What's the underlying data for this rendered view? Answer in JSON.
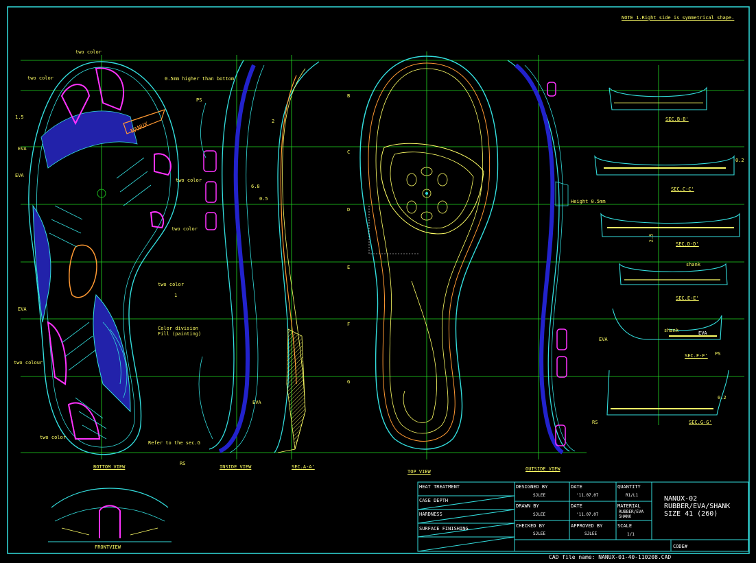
{
  "note": "NOTE 1.Right side is symmetrical shape.",
  "views": {
    "bottom": "BOTTOM VIEW",
    "inside": "INSIDE VIEW",
    "section_aa": "SEC.A-A'",
    "top": "TOP VIEW",
    "outside": "OUTSIDE VIEW",
    "front": "FRONTVIEW"
  },
  "sections": [
    "SEC.B-B'",
    "SEC.C-C'",
    "SEC.D-D'",
    "SEC.E-E'",
    "SEC.F-F'",
    "SEC.G-G'"
  ],
  "callouts": {
    "two_color": "two color",
    "two_color_alt": "two colour",
    "eva": "EVA",
    "higher": "0.5mm higher than bottom",
    "color_division": "Color division",
    "fill_painting": "Fill (painting)",
    "refer": "Refer to the sec.G",
    "ps": "PS",
    "rs": "RS",
    "height": "Height 0.5mm",
    "shank": "shank",
    "dim_15": "1.5",
    "dim_05": "0.5",
    "dim_68": "6.8",
    "dim_2": "2",
    "dim_25": "2.5",
    "dim_02": "0.2",
    "dim_1": "1",
    "brand": "NANUX"
  },
  "section_letters": [
    "B",
    "C",
    "D",
    "E",
    "F",
    "G"
  ],
  "titleblock": {
    "left_rows": [
      "HEAT TREATMENT",
      "CASE DEPTH",
      "HARDNESS",
      "SURFACE FINISHING"
    ],
    "designed_by": {
      "label": "DESIGNED BY",
      "value": "SJLEE"
    },
    "drawn_by": {
      "label": "DRAWN BY",
      "value": "SJLEE"
    },
    "checked_by": {
      "label": "CHECKED BY",
      "value": "SJLEE"
    },
    "date1": {
      "label": "DATE",
      "value": "'11.07.07"
    },
    "date2": {
      "label": "DATE",
      "value": "'11.07.07"
    },
    "approved_by": {
      "label": "APPROVED BY",
      "value": "SJLEE"
    },
    "quantity": {
      "label": "QUANTITY",
      "value": "R1/L1"
    },
    "material": {
      "label": "MATERIAL",
      "value": "RUBBER/EVA",
      "value2": "SHANK"
    },
    "scale": {
      "label": "SCALE",
      "value": "1/1"
    },
    "title_lines": [
      "NANUX-02",
      "RUBBER/EVA/SHANK",
      "SIZE 41 (260)"
    ],
    "code_label": "CODE#"
  },
  "cad_file": "CAD file name: NANUX-01-40-110208.CAD"
}
